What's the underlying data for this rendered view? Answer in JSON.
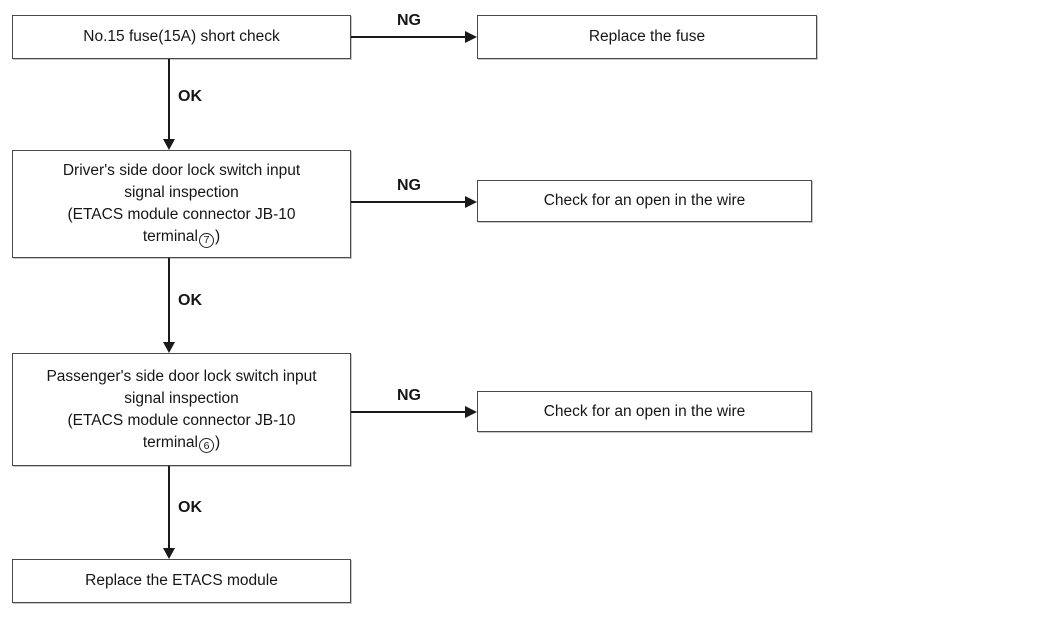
{
  "colors": {
    "background": "#ffffff",
    "box_border": "#4a4a4a",
    "line": "#1a1a1a",
    "text": "#161616"
  },
  "flowchart": {
    "edge_labels": {
      "ok": "OK",
      "ng": "NG"
    },
    "boxes": {
      "fuse_check": {
        "text": "No.15 fuse(15A) short check"
      },
      "replace_fuse": {
        "text": "Replace the fuse"
      },
      "driver_switch": {
        "lines": [
          "Driver's side door lock switch input",
          "signal inspection",
          "(ETACS module connector JB-10"
        ],
        "terminal_label": "terminal",
        "terminal_digit": "7",
        "close_paren": ")"
      },
      "check_wire_1": {
        "text": "Check for an open in the wire"
      },
      "passenger_switch": {
        "lines": [
          "Passenger's side door lock switch input",
          "signal inspection",
          "(ETACS module connector JB-10"
        ],
        "terminal_label": "terminal",
        "terminal_digit": "6",
        "close_paren": ")"
      },
      "check_wire_2": {
        "text": "Check for an open in the wire"
      },
      "replace_etacs": {
        "text": "Replace the ETACS module"
      }
    }
  }
}
